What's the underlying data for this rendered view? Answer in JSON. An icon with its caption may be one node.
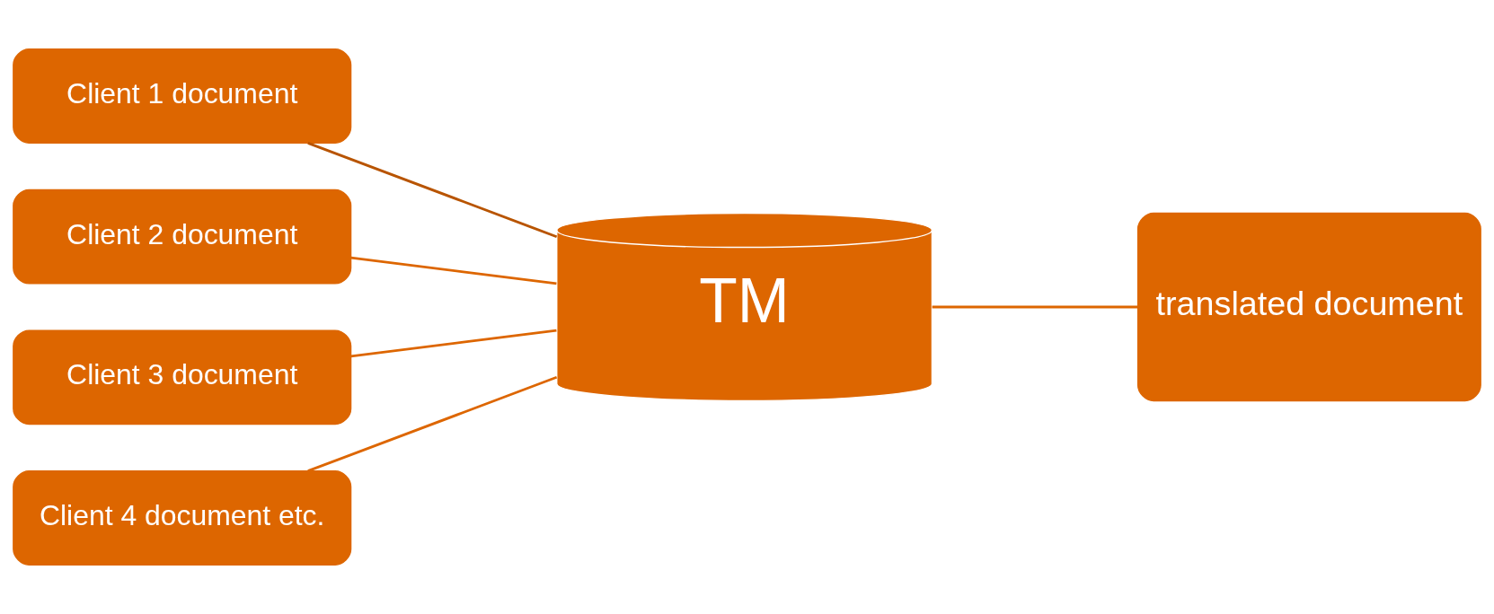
{
  "diagram": {
    "nodes": [
      {
        "text": [
          "Client 1 document"
        ]
      },
      {
        "text": [
          "Client 2 document"
        ]
      },
      {
        "text": [
          "Client 3 document"
        ]
      },
      {
        "text": [
          "Client 4 document etc."
        ]
      },
      {
        "text": [
          "TM"
        ]
      },
      {
        "text": [
          "translated document"
        ]
      }
    ],
    "edges": [
      {
        "from": 0,
        "to": 4,
        "arrow": "none",
        "color": "#b85400"
      },
      {
        "from": 1,
        "to": 4,
        "arrow": "none"
      },
      {
        "from": 2,
        "to": 4,
        "arrow": "none"
      },
      {
        "from": 3,
        "to": 4,
        "arrow": "none"
      },
      {
        "from": 4,
        "to": 5,
        "arrow": "none"
      }
    ]
  }
}
